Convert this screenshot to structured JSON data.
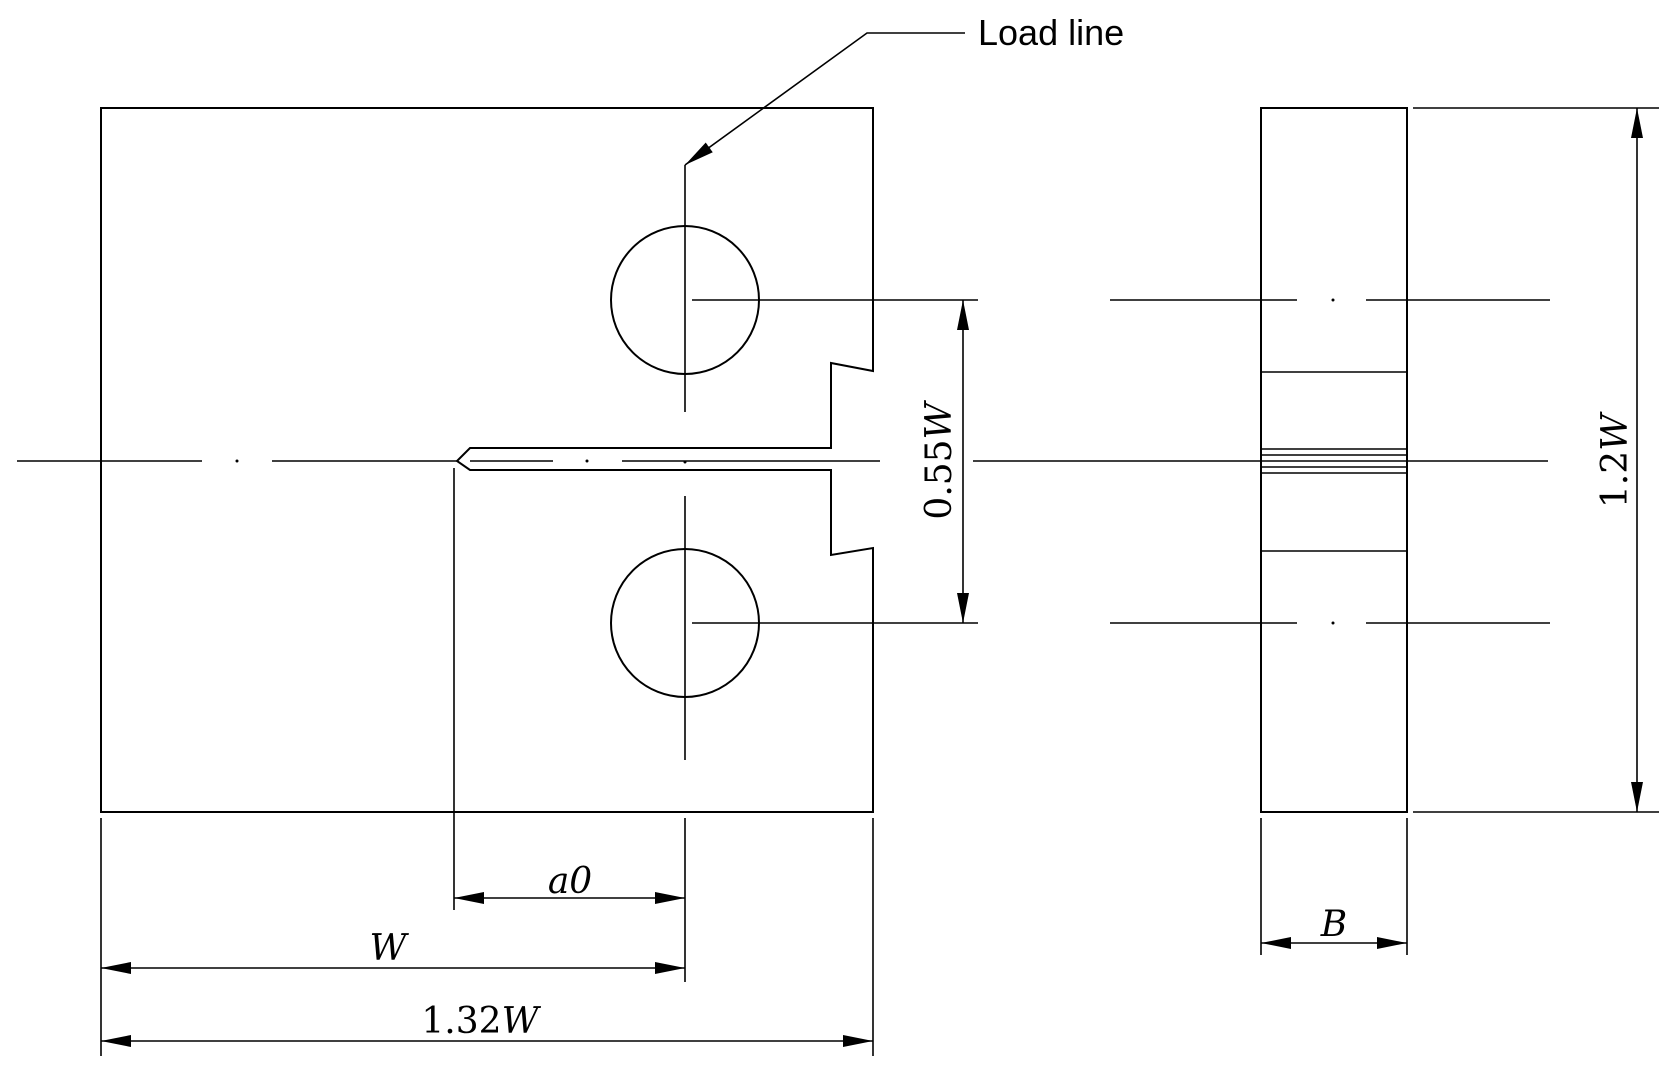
{
  "annotations": {
    "load_line": "Load line"
  },
  "dimensions": {
    "notch_length": {
      "symbol": "a",
      "subscript": "0"
    },
    "width": {
      "symbol": "W"
    },
    "overall_length": {
      "coefficient": "1.32",
      "symbol": "W"
    },
    "pin_spacing": {
      "coefficient": "0.55",
      "symbol": "W"
    },
    "height": {
      "coefficient": "1.2",
      "symbol": "W"
    },
    "thickness": {
      "symbol": "B"
    }
  }
}
